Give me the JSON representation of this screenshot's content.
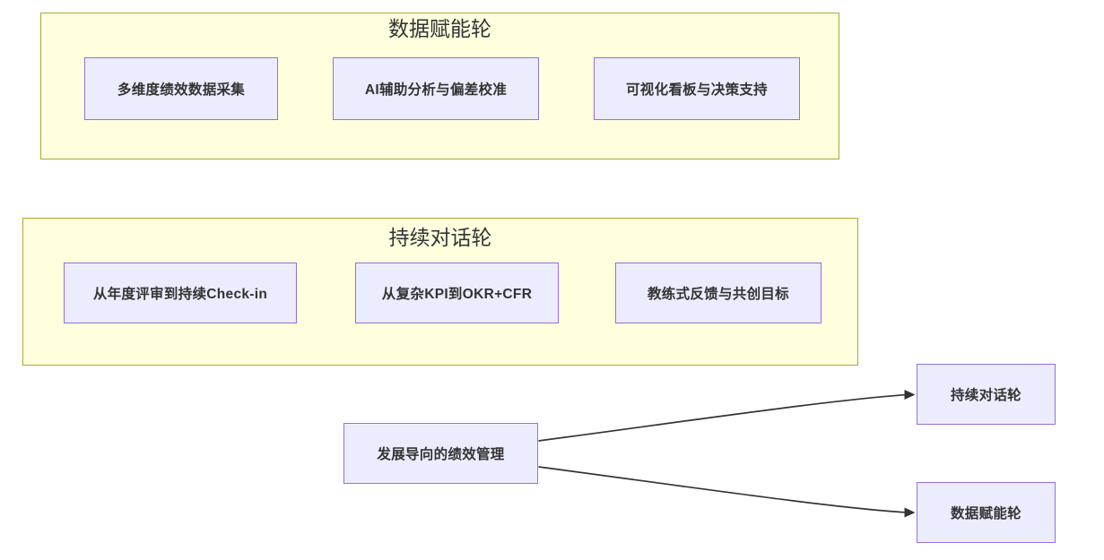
{
  "diagram": {
    "clusters": [
      {
        "title": "数据赋能轮",
        "nodes": [
          {
            "label": "多维度绩效数据采集"
          },
          {
            "label": "AI辅助分析与偏差校准"
          },
          {
            "label": "可视化看板与决策支持"
          }
        ]
      },
      {
        "title": "持续对话轮",
        "nodes": [
          {
            "label": "从年度评审到持续Check-in"
          },
          {
            "label": "从复杂KPI到OKR+CFR"
          },
          {
            "label": "教练式反馈与共创目标"
          }
        ]
      }
    ],
    "root": {
      "label": "发展导向的绩效管理"
    },
    "leaves": [
      {
        "label": "持续对话轮"
      },
      {
        "label": "数据赋能轮"
      }
    ],
    "edges": [
      {
        "from": "发展导向的绩效管理",
        "to": "持续对话轮"
      },
      {
        "from": "发展导向的绩效管理",
        "to": "数据赋能轮"
      }
    ],
    "colors": {
      "cluster_fill": "#ffffde",
      "cluster_border": "#aaaa33",
      "node_fill": "#ECECFF",
      "node_border": "#9370DB",
      "edge": "#333333",
      "text": "#333333",
      "page_background": "#ffffff"
    }
  }
}
